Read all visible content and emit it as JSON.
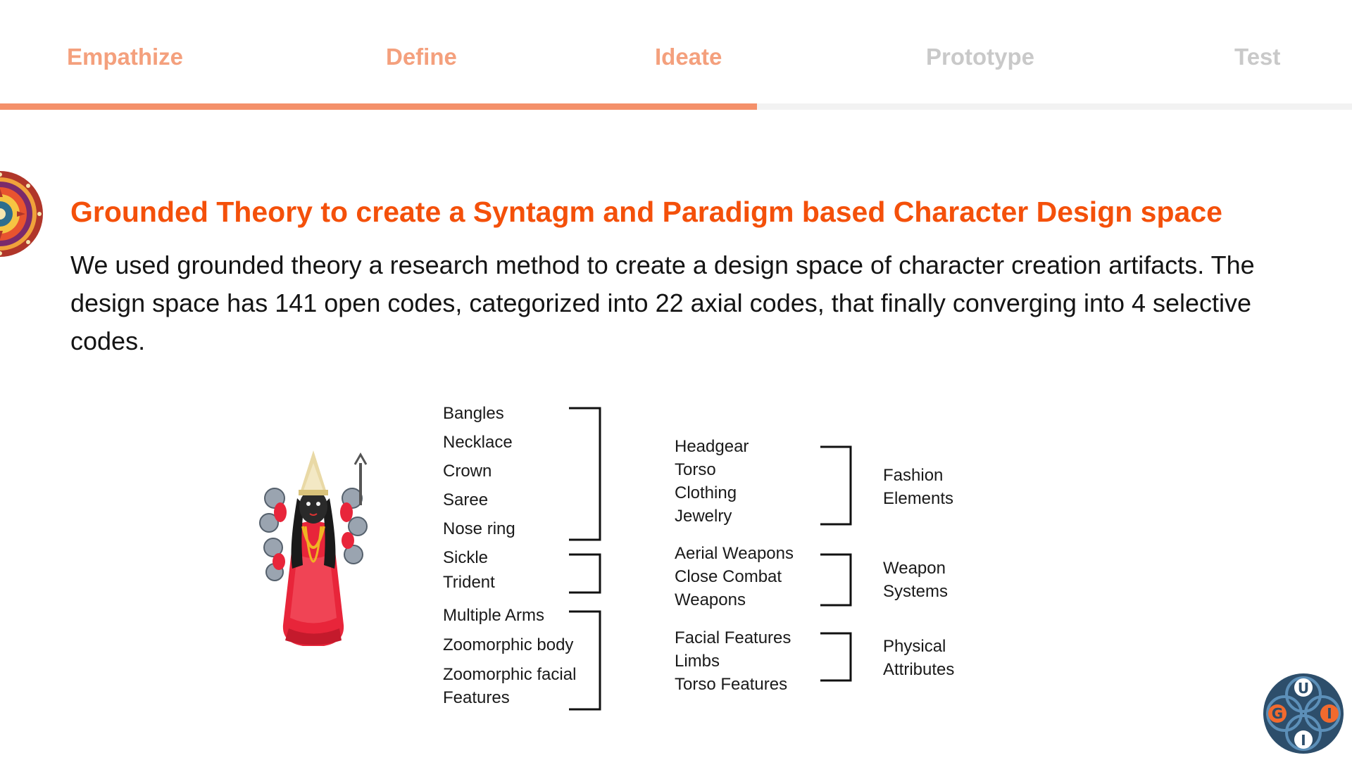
{
  "tabs": [
    {
      "label": "Empathize",
      "state": "done"
    },
    {
      "label": "Define",
      "state": "done"
    },
    {
      "label": "Ideate",
      "state": "done"
    },
    {
      "label": "Prototype",
      "state": "todo"
    },
    {
      "label": "Test",
      "state": "todo"
    }
  ],
  "progress": {
    "fraction": 0.56,
    "color": "#F4906A",
    "track_color": "#F2F2F2"
  },
  "colors": {
    "title": "#F4500A",
    "done_tab": "#F4A07D",
    "todo_tab": "#C9C9C9"
  },
  "heading": "Grounded Theory to create a Syntagm and Paradigm based Character Design space",
  "paragraph": "We used grounded theory a research method to create a design space of character creation artifacts. The design space has 141 open codes, categorized into 22 axial codes, that finally converging into 4 selective codes.",
  "open_codes": {
    "group1": [
      "Bangles",
      "Necklace",
      "Crown",
      "Saree",
      "Nose ring"
    ],
    "group2": [
      "Sickle",
      "Trident"
    ],
    "group3": [
      "Multiple Arms",
      "Zoomorphic body",
      "Zoomorphic facial",
      "Features"
    ]
  },
  "axial_codes": {
    "group1": [
      "Headgear",
      "Torso",
      "Clothing",
      "Jewelry"
    ],
    "group2": [
      "Aerial Weapons",
      "Close Combat",
      "Weapons"
    ],
    "group3": [
      "Facial Features",
      "Limbs",
      "Torso Features"
    ]
  },
  "selective_codes": {
    "group1": [
      "Fashion",
      "Elements"
    ],
    "group2": [
      "Weapon",
      "Systems"
    ],
    "group3": [
      "Physical",
      "Attributes"
    ]
  },
  "logo": {
    "letters": [
      "U",
      "G",
      "I",
      "I"
    ],
    "icon": "ugii-logo"
  },
  "decoration": {
    "left_icon": "mandala-icon",
    "figure": "goddess-statue-image"
  }
}
